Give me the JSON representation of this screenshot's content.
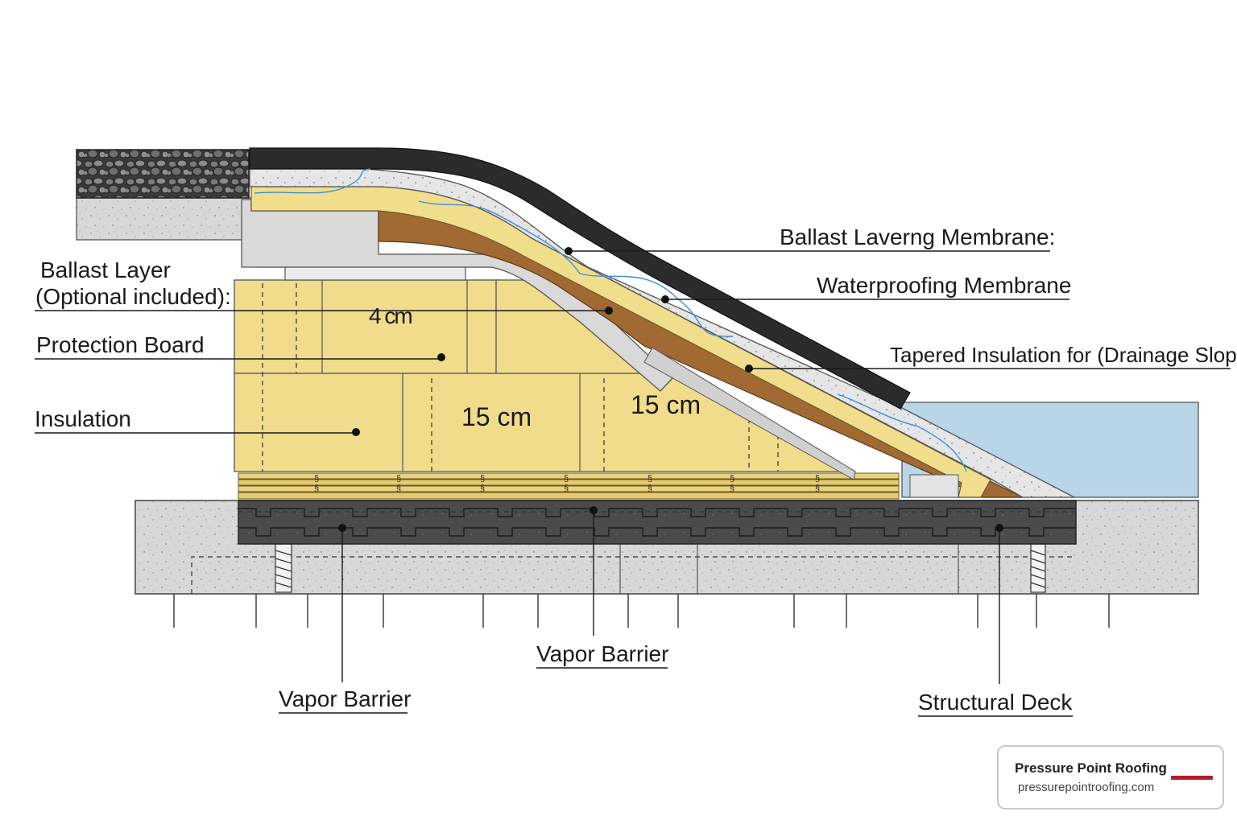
{
  "labels": {
    "ballast_layering_membrane": "Ballast Laverng Membrane:",
    "waterproofing_membrane": "Waterproofing Membrane",
    "tapered_insulation": "Tapered Insulation for (Drainage Slope)",
    "ballast_layer_line1": "Ballast Layer",
    "ballast_layer_line2": "(Optional included):",
    "protection_board": "Protection Board",
    "insulation": "Insulation",
    "vapor_barrier_left": "Vapor Barrier",
    "vapor_barrier_center": "Vapor Barrier",
    "structural_deck": "Structural Deck"
  },
  "dimensions": {
    "top_block": "4 cm",
    "lower_block_left": "15 cm",
    "lower_block_right": "15 cm"
  },
  "badge": {
    "title": "Pressure Point Roofing",
    "url": "pressurepointroofing.com"
  },
  "colors": {
    "insulation": "#f0dc8a",
    "membrane": "#2a2a2a",
    "concrete": "#d6d6d6",
    "timber": "#a06a32",
    "water": "#b8d4e6",
    "deck": "#4a4a4a",
    "brand": "#b01e2a"
  },
  "icons": [
    "ballast-gravel-icon",
    "pressure-point-logo-icon"
  ]
}
